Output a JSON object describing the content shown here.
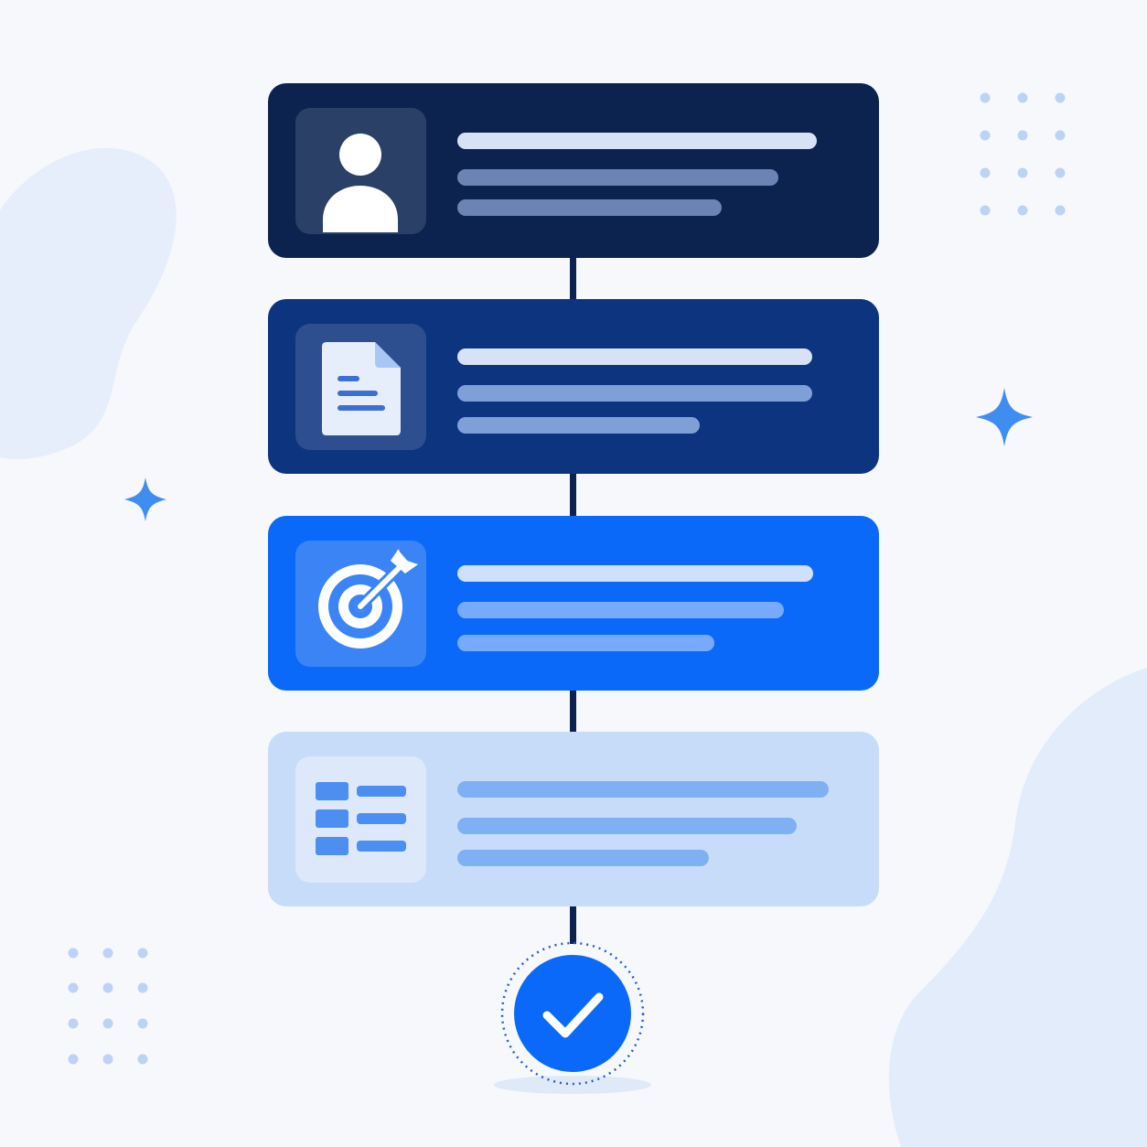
{
  "colors": {
    "background": "#f6f8fc",
    "navy_dark": "#0c2350",
    "navy_mid": "#0c347f",
    "blue_bright": "#0a69f8",
    "blue_light": "#c7dcf9",
    "check_blue": "#0a69f8",
    "sparkle": "#3f8df1",
    "dots": "#bcd3f4"
  },
  "steps": [
    {
      "icon": "user-icon",
      "theme": "navy-dark"
    },
    {
      "icon": "document-icon",
      "theme": "navy-mid"
    },
    {
      "icon": "target-icon",
      "theme": "blue-bright"
    },
    {
      "icon": "list-icon",
      "theme": "blue-light"
    }
  ],
  "completion": {
    "icon": "checkmark-icon"
  }
}
